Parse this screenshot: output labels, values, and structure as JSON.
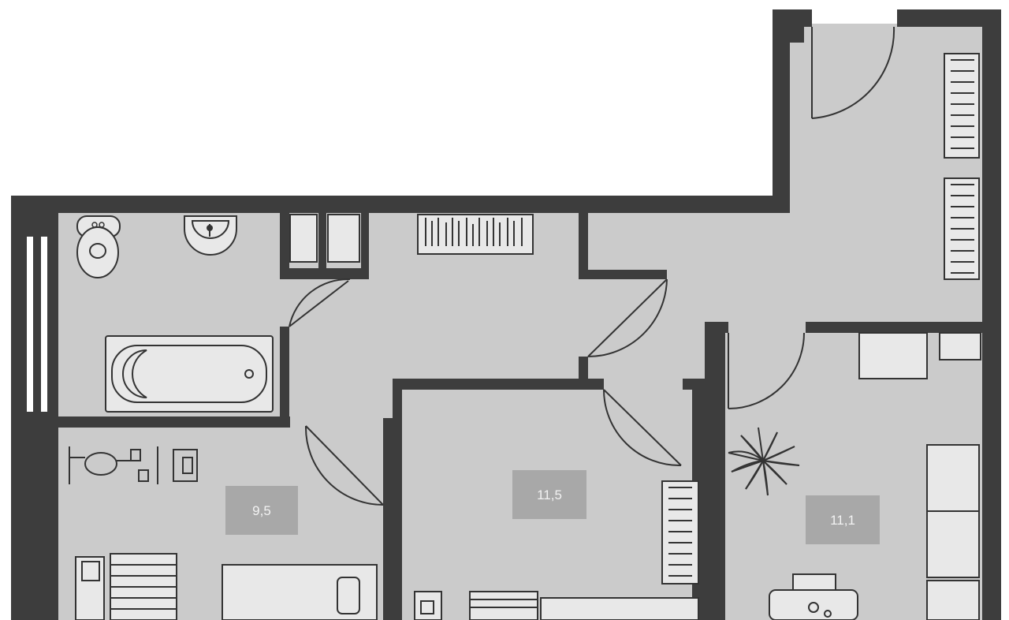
{
  "plan": {
    "colors": {
      "wall": "#3d3d3d",
      "floor": "#cbcbcb",
      "label_bg": "#a8a8a8",
      "label_text": "#f2f2f2"
    },
    "rooms": [
      {
        "id": "room-a",
        "area": "9,5"
      },
      {
        "id": "room-b",
        "area": "11,5"
      },
      {
        "id": "room-c",
        "area": "11,1"
      }
    ],
    "icons": [
      "toilet-icon",
      "sink-icon",
      "bathtub-icon",
      "washing-machine-icon",
      "radiator-icon",
      "wardrobe-icon",
      "plant-icon",
      "bed-icon",
      "desk-icon",
      "chair-icon",
      "dining-table-icon",
      "window-icon",
      "door-swing-icon"
    ]
  }
}
